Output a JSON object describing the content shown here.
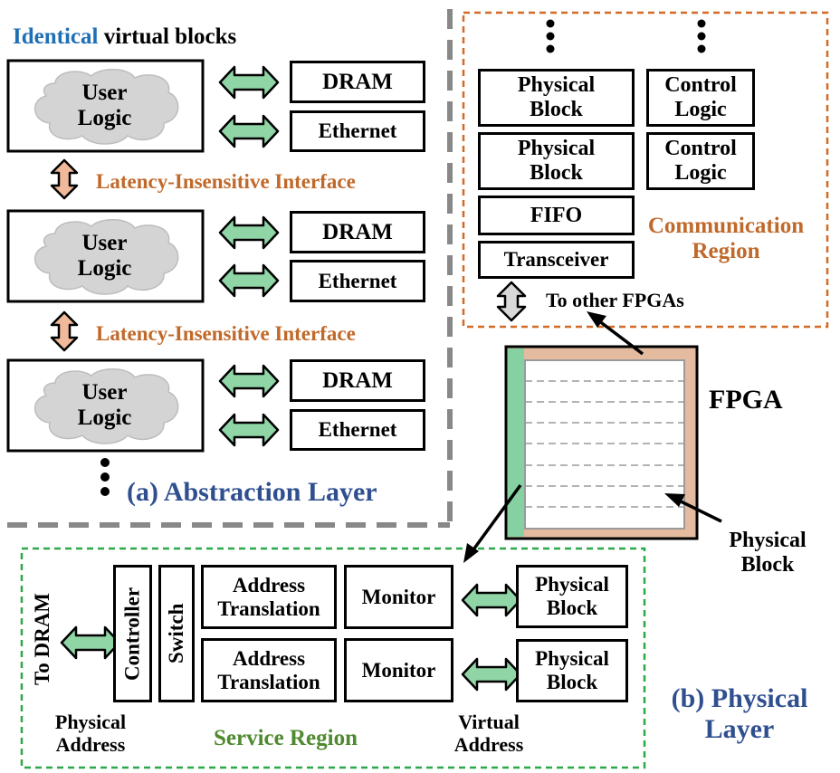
{
  "abstraction": {
    "heading_accent": "Identical",
    "heading_rest": " virtual blocks",
    "user_logic": "User\nLogic",
    "dram": "DRAM",
    "ethernet": "Ethernet",
    "interface": "Latency-Insensitive Interface",
    "layer_label": "(a) Abstraction Layer"
  },
  "communication": {
    "physical_block": "Physical\nBlock",
    "control_logic": "Control\nLogic",
    "fifo": "FIFO",
    "transceiver": "Transceiver",
    "to_other": "To other FPGAs",
    "region_label": "Communication\nRegion"
  },
  "fpga": {
    "label": "FPGA",
    "physical_block_label": "Physical\nBlock"
  },
  "service": {
    "to_dram": "To DRAM",
    "controller": "Controller",
    "switch": "Switch",
    "address_translation": "Address\nTranslation",
    "monitor": "Monitor",
    "physical_block": "Physical\nBlock",
    "physical_address": "Physical\nAddress",
    "virtual_address": "Virtual\nAddress",
    "region_label": "Service Region",
    "layer_label": "(b) Physical\nLayer"
  },
  "colors": {
    "accent_blue": "#1f6fb5",
    "label_blue": "#2f4f8f",
    "interface_orange": "#c0692a",
    "service_green": "#4f8a2f",
    "green_dash": "#2ba84a",
    "orange_dash": "#d36a25",
    "gray_dash": "#888888",
    "green_arrow": "#8fd5a6",
    "orange_arrow": "#f0b99a",
    "gray_arrow": "#d8d8d8",
    "cloud": "#d4d4d4",
    "fpga_border": "#e4bb9f",
    "fpga_strip": "#86d1a2"
  }
}
